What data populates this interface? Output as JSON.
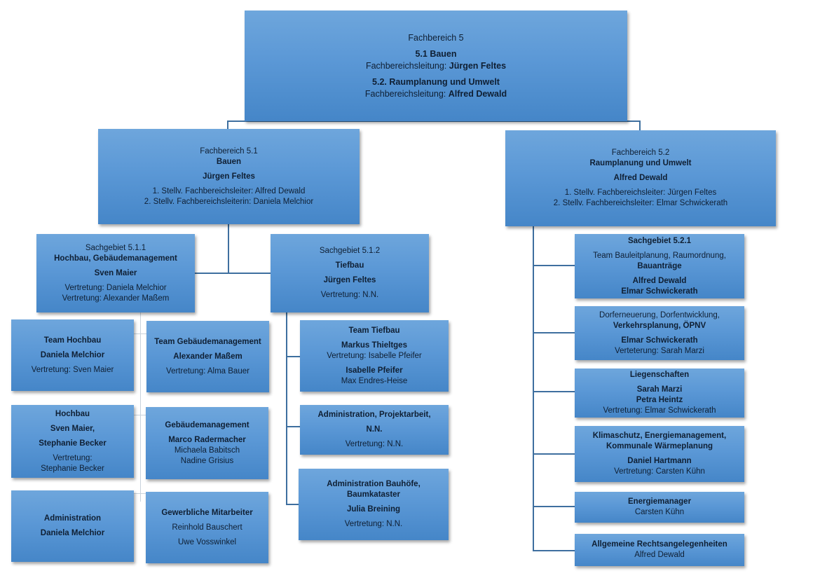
{
  "title": "Organigramm Fachbereich 5",
  "colors": {
    "box_top": "#6ea6dc",
    "box_bottom": "#4586c8",
    "connector": "#3e6f9f",
    "connector_light": "#c9d3dc",
    "text": "#0f1f33"
  },
  "root": {
    "label": "Fachbereich 5",
    "unit1": "5.1 Bauen",
    "lead_prefix1": "Fachbereichsleitung: ",
    "lead1": "Jürgen Feltes",
    "unit2": "5.2. Raumplanung und Umwelt",
    "lead_prefix2": "Fachbereichsleitung: ",
    "lead2": "Alfred Dewald"
  },
  "fb51": {
    "label": "Fachbereich 5.1",
    "name": "Bauen",
    "head": "Jürgen Feltes",
    "deputy1": "1. Stellv. Fachbereichsleiter: Alfred Dewald",
    "deputy2": "2. Stellv. Fachbereichsleiterin: Daniela Melchior"
  },
  "fb52": {
    "label": "Fachbereich 5.2",
    "name": "Raumplanung und Umwelt",
    "head": "Alfred Dewald",
    "deputy1": "1. Stellv. Fachbereichsleiter: Jürgen Feltes",
    "deputy2": "2. Stellv. Fachbereichsleiter:  Elmar Schwickerath"
  },
  "sg511": {
    "label": "Sachgebiet 5.1.1",
    "name": "Hochbau, Gebäudemanagement",
    "head": "Sven Maier",
    "deputy1": "Vertretung: Daniela Melchior",
    "deputy2": "Vertretung: Alexander Maßem"
  },
  "sg512": {
    "label": "Sachgebiet 5.1.2",
    "name": "Tiefbau",
    "head": "Jürgen Feltes",
    "deputy": "Vertretung: N.N."
  },
  "team_hochbau": {
    "title": "Team Hochbau",
    "head": "Daniela Melchior",
    "deputy": "Vertretung: Sven Maier"
  },
  "team_gebaeude": {
    "title": "Team  Gebäudemanagement",
    "head": "Alexander Maßem",
    "deputy": "Vertretung: Alma Bauer"
  },
  "hochbau": {
    "title": "Hochbau",
    "person1": "Sven Maier,",
    "person2": "Stephanie Becker",
    "deputy_label": "Vertretung:",
    "deputy": "Stephanie Becker"
  },
  "gebaeude": {
    "title": "Gebäudemanagement",
    "person1": "Marco Radermacher",
    "person2": "Michaela Babitsch",
    "person3": "Nadine Grisius"
  },
  "admin511": {
    "title": "Administration",
    "head": "Daniela Melchior"
  },
  "gewerblich": {
    "title": "Gewerbliche Mitarbeiter",
    "person1": "Reinhold Bauschert",
    "person2": "Uwe Vosswinkel"
  },
  "team_tiefbau": {
    "title": "Team Tiefbau",
    "head": "Markus Thieltges",
    "deputy": "Vertretung: Isabelle Pfeifer",
    "person2": "Isabelle Pfeifer",
    "person3": "Max Endres-Heise"
  },
  "admin_projekt": {
    "title": "Administration, Projektarbeit,",
    "head": "N.N.",
    "deputy": "Vertretung: N.N."
  },
  "admin_bauhoefe": {
    "title1": "Administration Bauhöfe,",
    "title2": "Baumkataster",
    "head": "Julia Breining",
    "deputy": "Vertretung: N.N."
  },
  "sg521": {
    "label": "Sachgebiet 5.2.1",
    "title1": "Team Bauleitplanung, Raumordnung,",
    "title2": "Bauanträge",
    "person1": "Alfred Dewald",
    "person2": "Elmar Schwickerath"
  },
  "dorf": {
    "title1": "Dorferneuerung, Dorfentwicklung,",
    "title2": "Verkehrsplanung, ÖPNV",
    "head": "Elmar Schwickerath",
    "deputy": "Verteterung: Sarah Marzi"
  },
  "liegenschaften": {
    "title": "Liegenschaften",
    "person1": "Sarah Marzi",
    "person2": "Petra Heintz",
    "deputy": "Vertretung: Elmar Schwickerath"
  },
  "klima": {
    "title1": "Klimaschutz, Energiemanagement,",
    "title2": "Kommunale Wärmeplanung",
    "head": "Daniel Hartmann",
    "deputy": "Vertretung: Carsten Kühn"
  },
  "energiemanager": {
    "title": "Energiemanager",
    "person": "Carsten Kühn"
  },
  "recht": {
    "title": "Allgemeine Rechtsangelegenheiten",
    "person": "Alfred Dewald"
  }
}
